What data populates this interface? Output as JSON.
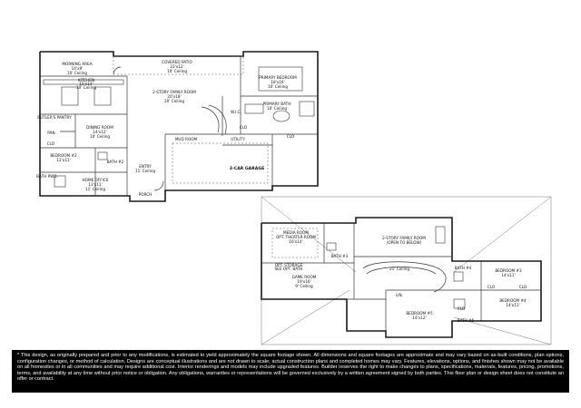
{
  "first_floor": {
    "rooms": {
      "morning_area": {
        "name": "MORNING AREA",
        "dim": "14'x9'",
        "ceil": "10' Ceiling"
      },
      "covered_patio": {
        "name": "COVERED PATIO",
        "dim": "22'x12'",
        "ceil": "10' Ceiling"
      },
      "primary_bedroom": {
        "name": "PRIMARY BEDROOM",
        "dim": "18'x16'",
        "ceil": "10' Ceiling"
      },
      "kitchen": {
        "name": "KITCHEN",
        "dim": "15'x14'",
        "ceil": "10' Ceiling"
      },
      "family_room": {
        "name": "2-STORY FAMILY ROOM",
        "dim": "20'x18'",
        "ceil": "20' Ceiling"
      },
      "primary_bath": {
        "name": "PRIMARY BATH",
        "ceil": "10' Ceiling"
      },
      "butlers_pantry": {
        "name": "BUTLER'S PANTRY"
      },
      "pan": {
        "name": "PAN."
      },
      "dining_room": {
        "name": "DINING ROOM",
        "dim": "14'x12'",
        "ceil": "10' Ceiling"
      },
      "wic": {
        "name": "W.I.C."
      },
      "clo_a": {
        "name": "CLO"
      },
      "clo_b": {
        "name": "CLO"
      },
      "clo_c": {
        "name": "CLO"
      },
      "mud_room": {
        "name": "MUD ROOM"
      },
      "utility": {
        "name": "UTILITY"
      },
      "bedroom2": {
        "name": "BEDROOM #2",
        "dim": "12'x11'"
      },
      "bath2": {
        "name": "BATH #2"
      },
      "entry": {
        "name": "ENTRY",
        "ceil": "11' Ceiling"
      },
      "garage": {
        "name": "3-CAR GARAGE"
      },
      "home_office": {
        "name": "HOME OFFICE",
        "dim": "13'x11'",
        "ceil": "11' Ceiling"
      },
      "bath_pwd": {
        "name": "BATH PWD."
      },
      "porch": {
        "name": "PORCH"
      }
    }
  },
  "second_floor": {
    "rooms": {
      "media_room": {
        "name": "MEDIA ROOM",
        "opt": "OPT. THEATER ROOM",
        "dim": "16'x14'"
      },
      "family_open": {
        "name": "2-STORY FAMILY ROOM",
        "note": "(OPEN TO BELOW)"
      },
      "bath3": {
        "name": "BATH #3"
      },
      "ceil21": {
        "name": "21' Ceiling"
      },
      "bath4": {
        "name": "BATH #4"
      },
      "storage": {
        "name": "OPT. STORAGE",
        "sub": "SEE OPT. BATH"
      },
      "bedroom3": {
        "name": "BEDROOM #3",
        "dim": "14'x11'"
      },
      "game_room": {
        "name": "GAME ROOM",
        "dim": "19'x16'",
        "ceil": "9' Ceiling"
      },
      "lin": {
        "name": "LIN."
      },
      "clo_d": {
        "name": "CLO"
      },
      "clo_e": {
        "name": "CLO"
      },
      "clo_f": {
        "name": "CLO"
      },
      "bedroom4": {
        "name": "BEDROOM #4",
        "dim": "14'x11'"
      },
      "bedroom5": {
        "name": "BEDROOM #5",
        "dim": "14'x12'"
      },
      "bath5": {
        "name": "BATH #5"
      }
    }
  },
  "disclaimer": "* This design, as originally prepared and prior to any modifications, is estimated to yield approximately the square footage shown. All dimensions and square footages are approximate and may vary based on as-built conditions, plan options, configuration changes, or method of calculation. Designs are conceptual illustrations and are not drawn to scale; actual construction plans and completed homes may vary. Features, elevations, options, and finishes shown may not be available on all homesites or in all communities and may require additional cost. Interior renderings and models may include upgraded features. Builder reserves the right to make changes to plans, specifications, materials, features, pricing, promotions, terms, and availability at any time without prior notice or obligation. Any obligations, warranties or representations will be governed exclusively by a written agreement signed by both parties. This floor plan or design sheet does not constitute an offer or contract."
}
